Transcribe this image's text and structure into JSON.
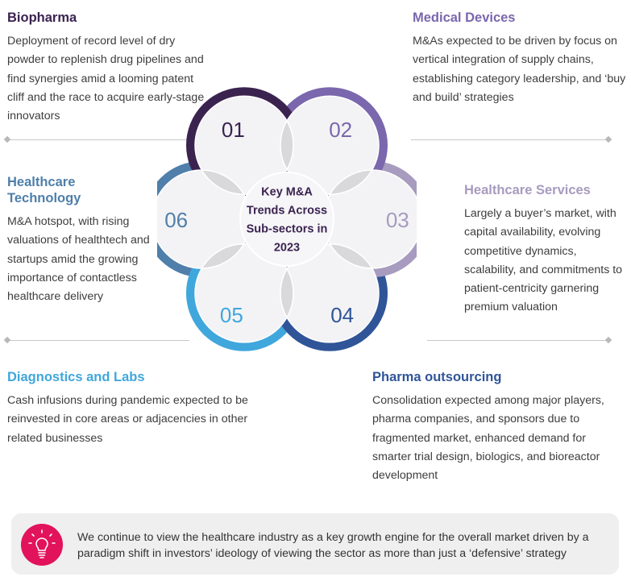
{
  "center_title": [
    "Key M&A",
    "Trends Across",
    "Sub-sectors in",
    "2023"
  ],
  "colors": {
    "biopharma": "#3b2350",
    "medical_devices": "#7a67ad",
    "healthcare_technology": "#4f7faa",
    "healthcare_services": "#a79bbf",
    "diagnostics": "#3fa7dc",
    "pharma_outsourcing": "#2f5598",
    "footer_icon": "#e2125b"
  },
  "circles": [
    {
      "number": "01",
      "color": "#3b2350",
      "numColor": "#3b2350"
    },
    {
      "number": "02",
      "color": "#7a67ad",
      "numColor": "#7a67ad"
    },
    {
      "number": "03",
      "color": "#a79bbf",
      "numColor": "#a79bbf"
    },
    {
      "number": "04",
      "color": "#2f5598",
      "numColor": "#2f5598"
    },
    {
      "number": "05",
      "color": "#3fa7dc",
      "numColor": "#3fa7dc"
    },
    {
      "number": "06",
      "color": "#4f7faa",
      "numColor": "#4f7faa"
    }
  ],
  "sections": {
    "biopharma": {
      "title": "Biopharma",
      "text": "Deployment of record level of dry powder to replenish drug pipelines and find synergies amid a looming patent cliff and the race to acquire early-stage innovators"
    },
    "medical_devices": {
      "title": "Medical Devices",
      "text": "M&As expected to be driven by focus on vertical integration of supply chains, establishing category leadership, and ‘buy and build’ strategies"
    },
    "healthcare_technology": {
      "title": "Healthcare Technology",
      "text": "M&A hotspot, with rising valuations of healthtech and startups amid the growing importance of contactless healthcare delivery"
    },
    "healthcare_services": {
      "title": "Healthcare Services",
      "text": "Largely a buyer’s market, with capital availability, evolving competitive dynamics, scalability, and commitments to patient-centricity garnering premium valuation"
    },
    "diagnostics": {
      "title": "Diagnostics and Labs",
      "text": "Cash infusions during pandemic expected to be reinvested in core areas or adjacencies in other related businesses"
    },
    "pharma_outsourcing": {
      "title": "Pharma outsourcing",
      "text": "Consolidation expected among major players, pharma companies, and sponsors due to fragmented market, enhanced demand for smarter trial design, biologics, and bioreactor development"
    }
  },
  "footer": {
    "icon": "lightbulb-icon",
    "text": "We continue to view the healthcare industry as a key growth engine for the overall market driven by a paradigm shift in investors’ ideology of viewing the sector as more than just a ‘defensive’ strategy"
  }
}
